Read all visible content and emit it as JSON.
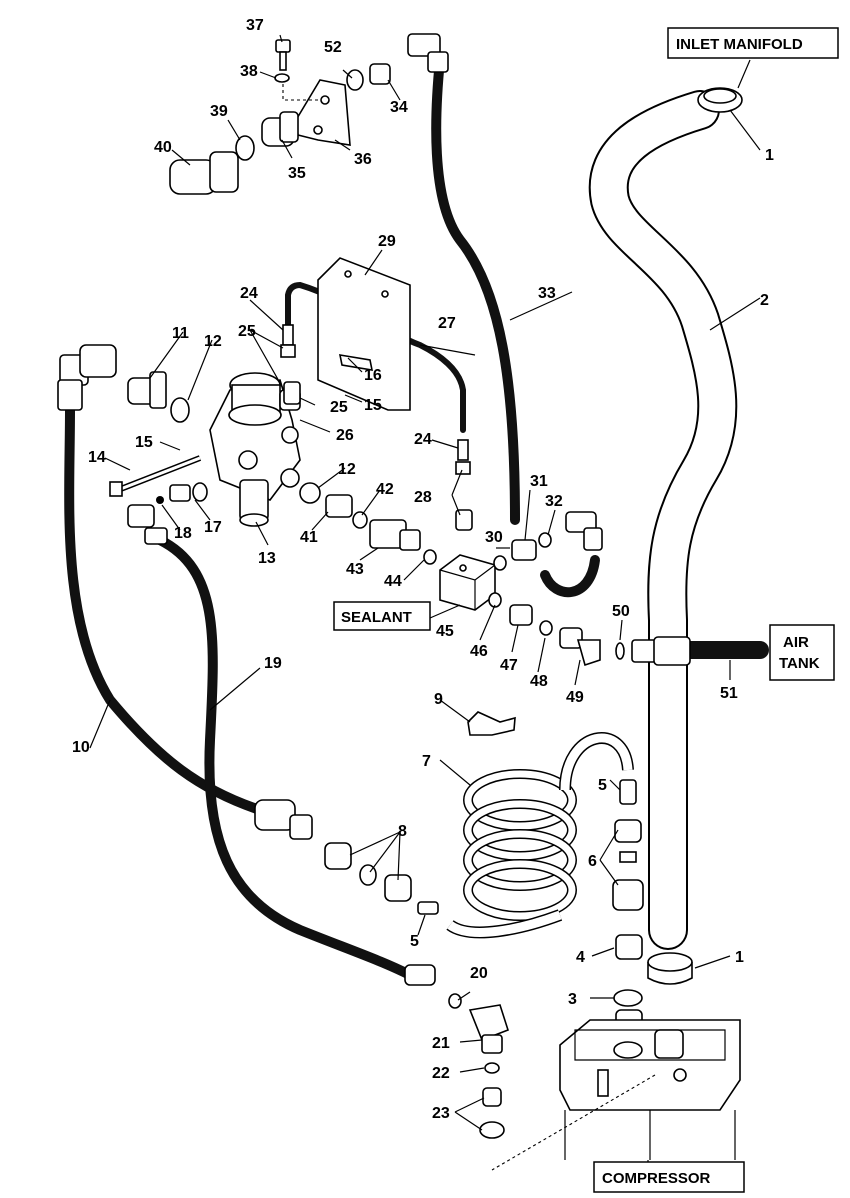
{
  "callouts": {
    "c1a": "1",
    "c1b": "1",
    "c2": "2",
    "c3": "3",
    "c4": "4",
    "c5a": "5",
    "c5b": "5",
    "c6": "6",
    "c7": "7",
    "c8": "8",
    "c9": "9",
    "c10": "10",
    "c11": "11",
    "c12a": "12",
    "c12b": "12",
    "c13": "13",
    "c14": "14",
    "c15a": "15",
    "c15b": "15",
    "c16": "16",
    "c17": "17",
    "c18": "18",
    "c19": "19",
    "c20": "20",
    "c21": "21",
    "c22": "22",
    "c23": "23",
    "c24a": "24",
    "c24b": "24",
    "c25a": "25",
    "c25b": "25",
    "c26": "26",
    "c27": "27",
    "c28": "28",
    "c29": "29",
    "c30": "30",
    "c31": "31",
    "c32": "32",
    "c33": "33",
    "c34": "34",
    "c35": "35",
    "c36": "36",
    "c37": "37",
    "c38": "38",
    "c39": "39",
    "c40": "40",
    "c41": "41",
    "c42": "42",
    "c43": "43",
    "c44": "44",
    "c45": "45",
    "c46": "46",
    "c47": "47",
    "c48": "48",
    "c49": "49",
    "c50": "50",
    "c51": "51",
    "c52": "52"
  },
  "labels": {
    "inlet_manifold": "INLET MANIFOLD",
    "air_tank_line1": "AIR",
    "air_tank_line2": "TANK",
    "sealant": "SEALANT",
    "compressor": "COMPRESSOR"
  }
}
